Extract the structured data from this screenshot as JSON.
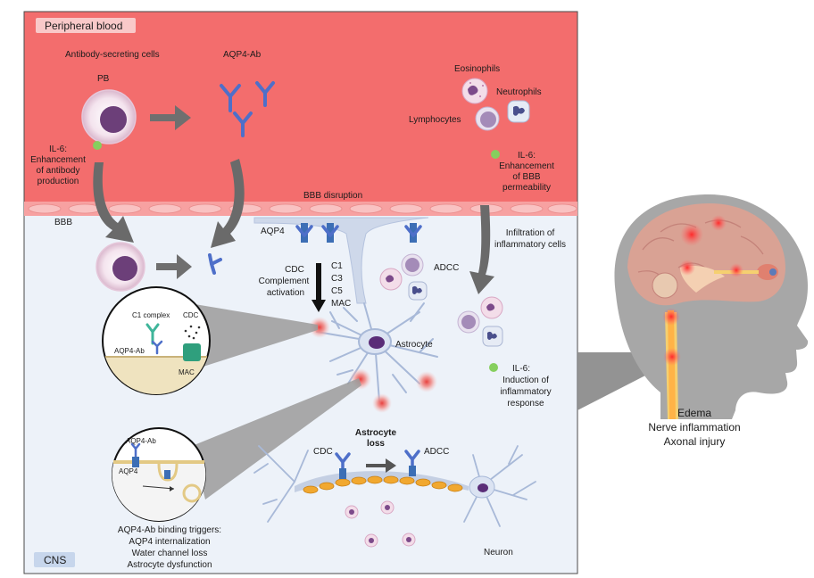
{
  "blood": {
    "title": "Peripheral blood",
    "antibody_cells": "Antibody-secreting cells",
    "pb": "PB",
    "aqp4ab": "AQP4-Ab",
    "il6_left": [
      "IL-6:",
      "Enhancement",
      "of antibody",
      "production"
    ],
    "eosinophils": "Eosinophils",
    "neutrophils": "Neutrophils",
    "lymphocytes": "Lymphocytes",
    "il6_right": [
      "IL-6:",
      "Enhancement",
      "of BBB",
      "permeability"
    ]
  },
  "barrier": {
    "bbb": "BBB",
    "disruption": "BBB disruption"
  },
  "cns": {
    "label": "CNS",
    "aqp4": "AQP4",
    "cdc_lines": [
      "CDC",
      "Complement",
      "activation"
    ],
    "complement": [
      "C1",
      "C3",
      "C5",
      "MAC"
    ],
    "adcc": "ADCC",
    "infiltration": [
      "Infiltration of",
      "inflammatory cells"
    ],
    "astrocyte": "Astrocyte",
    "il6_bottom": [
      "IL-6:",
      "Induction of",
      "inflammatory",
      "response"
    ],
    "inset1": {
      "c1": "C1 complex",
      "cdc": "CDC",
      "ab": "AQP4-Ab",
      "mac": "MAC"
    },
    "inset2": {
      "ab": "AQP4-Ab",
      "aqp4": "AQP4"
    },
    "triggers": [
      "AQP4-Ab binding triggers:",
      "AQP4 internalization",
      "Water channel loss",
      "Astrocyte dysfunction"
    ],
    "neuron_panel": {
      "cdc": "CDC",
      "loss": [
        "Astrocyte",
        "loss"
      ],
      "adcc": "ADCC",
      "neuron": "Neuron"
    }
  },
  "head": {
    "effects": [
      "Edema",
      "Nerve inflammation",
      "Axonal injury"
    ]
  },
  "colors": {
    "blood": "#f06a6a",
    "cns": "#eef3fa",
    "antibody": "#4f6fc6",
    "il6": "#7ccf5c",
    "arrow": "#6e6e6e"
  }
}
